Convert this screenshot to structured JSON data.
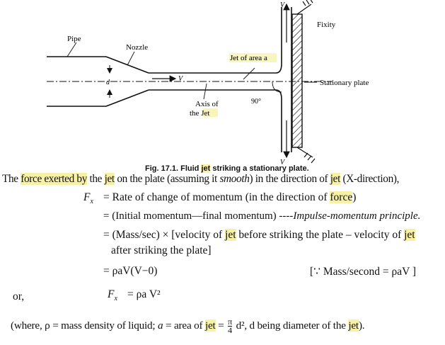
{
  "figure": {
    "labels": {
      "pipe": "Pipe",
      "nozzle": "Nozzle",
      "jet_area": "Jet of area a",
      "fixity": "Fixity",
      "stationary_plate": "Stationary plate",
      "axis_line1": "Axis of",
      "axis_line2": "the Jet",
      "angle": "90°",
      "d": "d",
      "v_right": "V",
      "v_up": "V",
      "v_down": "V"
    },
    "caption_prefix": "Fig. 17.1. Fluid ",
    "caption_hl": "jet",
    "caption_suffix": " striking a stationary plate."
  },
  "text": {
    "intro_1": "The ",
    "intro_hl1": "force exerted by",
    "intro_2": " the ",
    "intro_hl2": "jet",
    "intro_3": " on the plate (assuming it ",
    "intro_it": "smooth",
    "intro_4": ") in the direction of ",
    "intro_hl3": "jet",
    "intro_5": " (X-direction),",
    "fx_label": "F",
    "fx_sub": "x",
    "eq1_a": "= Rate of change of momentum (in the direction of ",
    "eq1_hl": "force",
    "eq1_b": ")",
    "eq2_a": "= (Initial momentum—final momentum) ----",
    "eq2_it": "Impulse-momentum principle.",
    "eq3_a": "= (Mass/sec) × [velocity of ",
    "eq3_hl1": "jet",
    "eq3_b": " before striking the plate – velocity of ",
    "eq3_hl2": "jet",
    "eq3_c": "after striking the plate]",
    "eq4_a": "= ρaV(V−0)",
    "eq4_note": "[∵ Mass/second = ρaV ]",
    "or_label": "or,",
    "eq5": "= ρa V²",
    "where_1": "(where, ρ = mass density of liquid; ",
    "where_a": "a",
    "where_2": " = area of ",
    "where_hl1": "jet",
    "where_3": " = ",
    "where_pi": "π",
    "where_4": "4",
    "where_5": " d², d being diameter of the ",
    "where_hl2": "jet",
    "where_6": ")."
  }
}
